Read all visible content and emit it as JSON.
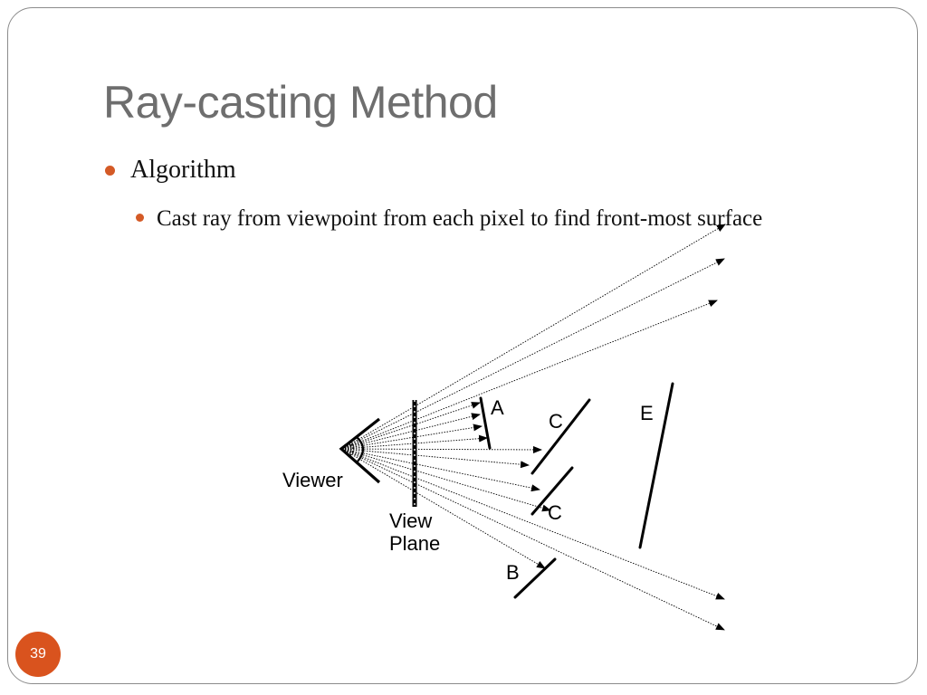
{
  "slide": {
    "title": "Ray-casting Method",
    "bullets": [
      {
        "text": "Algorithm",
        "sub": [
          {
            "text": "Cast ray from viewpoint from each pixel to find front-most surface"
          }
        ]
      }
    ],
    "page_number": "39",
    "accent_color": "#d9531e"
  },
  "diagram": {
    "labels": {
      "viewer": "Viewer",
      "view_plane": "View Plane",
      "surface_a": "A",
      "surface_b": "B",
      "surface_c_upper": "C",
      "surface_c_lower": "C",
      "surface_e": "E"
    }
  }
}
